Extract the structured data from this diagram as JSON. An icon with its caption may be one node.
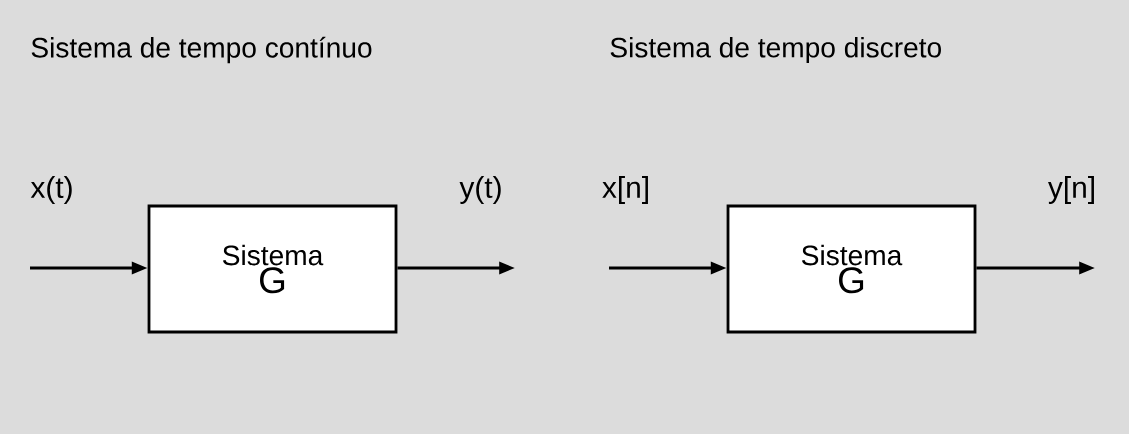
{
  "diagram": {
    "nodes": [
      {
        "text": [
          "Sistema",
          "G"
        ]
      },
      {
        "text": [
          "Sistema",
          "G"
        ]
      }
    ],
    "edges": [
      {
        "from": null,
        "to": 0,
        "arrow": "to",
        "label": "x(t)"
      },
      {
        "from": 0,
        "to": null,
        "arrow": "to",
        "label": "y(t)"
      },
      {
        "from": null,
        "to": 1,
        "arrow": "to",
        "label": "x[n]"
      },
      {
        "from": 1,
        "to": null,
        "arrow": "to",
        "label": "y[n]"
      }
    ],
    "labels": [
      "Sistema de tempo contínuo",
      "Sistema de tempo discreto"
    ]
  }
}
